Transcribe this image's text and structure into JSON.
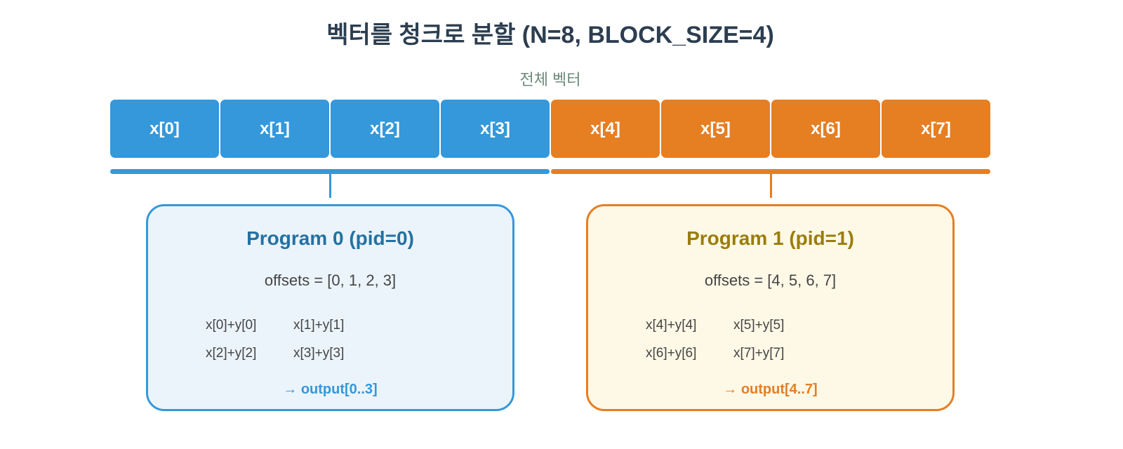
{
  "title": "벡터를 청크로 분할 (N=8, BLOCK_SIZE=4)",
  "subtitle": "전체 벡터",
  "cells": [
    "x[0]",
    "x[1]",
    "x[2]",
    "x[3]",
    "x[4]",
    "x[5]",
    "x[6]",
    "x[7]"
  ],
  "colors": {
    "blue": "#3498db",
    "orange": "#e67e22",
    "program0_title": "#2471a3",
    "program1_title": "#9a7d0a"
  },
  "programs": [
    {
      "title": "Program 0 (pid=0)",
      "offsets": "offsets = [0, 1, 2, 3]",
      "ops": [
        "x[0]+y[0]",
        "x[1]+y[1]",
        "x[2]+y[2]",
        "x[3]+y[3]"
      ],
      "output": "→ output[0..3]"
    },
    {
      "title": "Program 1 (pid=1)",
      "offsets": "offsets = [4, 5, 6, 7]",
      "ops": [
        "x[4]+y[4]",
        "x[5]+y[5]",
        "x[6]+y[6]",
        "x[7]+y[7]"
      ],
      "output": "→ output[4..7]"
    }
  ]
}
